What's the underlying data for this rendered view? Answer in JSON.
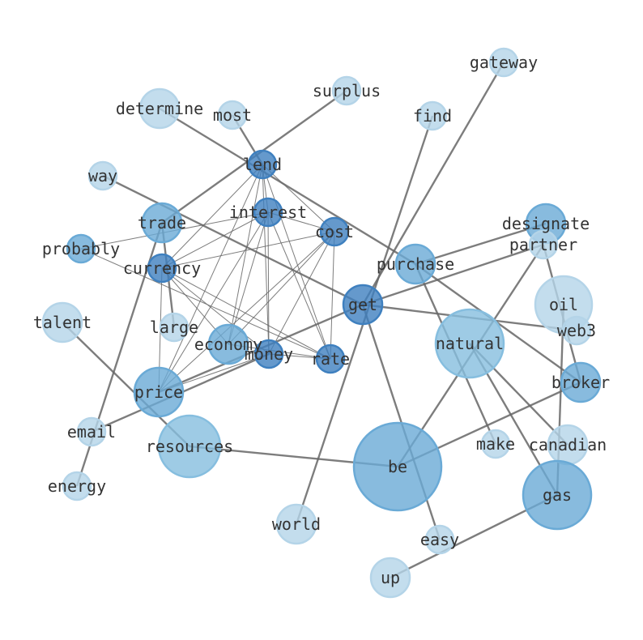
{
  "title": "word co-occurrence network",
  "colors": {
    "light": "#b4d4e8",
    "medium": "#6aaad6",
    "dark": "#3f80bf",
    "edge": "#666666",
    "label": "#333333"
  },
  "nodes": [
    {
      "id": "gateway",
      "label": "gateway",
      "tone": "light"
    },
    {
      "id": "surplus",
      "label": "surplus",
      "tone": "light"
    },
    {
      "id": "determine",
      "label": "determine",
      "tone": "light"
    },
    {
      "id": "most",
      "label": "most",
      "tone": "light"
    },
    {
      "id": "find",
      "label": "find",
      "tone": "light"
    },
    {
      "id": "lend",
      "label": "lend",
      "tone": "dark"
    },
    {
      "id": "way",
      "label": "way",
      "tone": "light"
    },
    {
      "id": "interest",
      "label": "interest",
      "tone": "dark"
    },
    {
      "id": "trade",
      "label": "trade",
      "tone": "medium"
    },
    {
      "id": "cost",
      "label": "cost",
      "tone": "dark"
    },
    {
      "id": "designate",
      "label": "designate",
      "tone": "medium"
    },
    {
      "id": "partner",
      "label": "partner",
      "tone": "light"
    },
    {
      "id": "probably",
      "label": "probably",
      "tone": "medium"
    },
    {
      "id": "purchase",
      "label": "purchase",
      "tone": "medium"
    },
    {
      "id": "currency",
      "label": "currency",
      "tone": "dark"
    },
    {
      "id": "get",
      "label": "get",
      "tone": "dark"
    },
    {
      "id": "oil",
      "label": "oil",
      "tone": "light"
    },
    {
      "id": "web3",
      "label": "web3",
      "tone": "light"
    },
    {
      "id": "talent",
      "label": "talent",
      "tone": "light"
    },
    {
      "id": "large",
      "label": "large",
      "tone": "light"
    },
    {
      "id": "natural",
      "label": "natural",
      "tone": "lightmed"
    },
    {
      "id": "economy",
      "label": "economy",
      "tone": "medium"
    },
    {
      "id": "money",
      "label": "money",
      "tone": "dark"
    },
    {
      "id": "rate",
      "label": "rate",
      "tone": "dark"
    },
    {
      "id": "broker",
      "label": "broker",
      "tone": "medium"
    },
    {
      "id": "price",
      "label": "price",
      "tone": "medium"
    },
    {
      "id": "email",
      "label": "email",
      "tone": "light"
    },
    {
      "id": "resources",
      "label": "resources",
      "tone": "lightmed"
    },
    {
      "id": "be",
      "label": "be",
      "tone": "medium"
    },
    {
      "id": "make",
      "label": "make",
      "tone": "light"
    },
    {
      "id": "canadian",
      "label": "canadian",
      "tone": "light"
    },
    {
      "id": "energy",
      "label": "energy",
      "tone": "light"
    },
    {
      "id": "gas",
      "label": "gas",
      "tone": "medium"
    },
    {
      "id": "world",
      "label": "world",
      "tone": "light"
    },
    {
      "id": "easy",
      "label": "easy",
      "tone": "light"
    },
    {
      "id": "up",
      "label": "up",
      "tone": "light"
    }
  ],
  "edges": [
    [
      "determine",
      "purchase",
      "strong"
    ],
    [
      "surplus",
      "trade",
      "strong"
    ],
    [
      "most",
      "lend",
      "strong"
    ],
    [
      "way",
      "get",
      "strong"
    ],
    [
      "find",
      "world",
      "strong"
    ],
    [
      "gateway",
      "get",
      "strong"
    ],
    [
      "trade",
      "energy",
      "strong"
    ],
    [
      "trade",
      "large",
      "strong"
    ],
    [
      "talent",
      "resources",
      "strong"
    ],
    [
      "price",
      "get",
      "strong"
    ],
    [
      "email",
      "money",
      "strong"
    ],
    [
      "resources",
      "be",
      "strong"
    ],
    [
      "purchase",
      "designate",
      "strong"
    ],
    [
      "get",
      "partner",
      "strong"
    ],
    [
      "get",
      "web3",
      "strong"
    ],
    [
      "get",
      "easy",
      "strong"
    ],
    [
      "purchase",
      "make",
      "strong"
    ],
    [
      "purchase",
      "broker",
      "strong"
    ],
    [
      "partner",
      "be",
      "strong"
    ],
    [
      "natural",
      "gas",
      "strong"
    ],
    [
      "natural",
      "canadian",
      "strong"
    ],
    [
      "oil",
      "gas",
      "strong"
    ],
    [
      "partner",
      "broker",
      "strong"
    ],
    [
      "be",
      "broker",
      "strong"
    ],
    [
      "gas",
      "up",
      "strong"
    ],
    [
      "lend",
      "interest",
      "weak"
    ],
    [
      "lend",
      "money",
      "weak"
    ],
    [
      "lend",
      "economy",
      "weak"
    ],
    [
      "lend",
      "price",
      "weak"
    ],
    [
      "lend",
      "currency",
      "weak"
    ],
    [
      "lend",
      "cost",
      "weak"
    ],
    [
      "lend",
      "rate",
      "weak"
    ],
    [
      "interest",
      "currency",
      "weak"
    ],
    [
      "interest",
      "probably",
      "weak"
    ],
    [
      "interest",
      "cost",
      "weak"
    ],
    [
      "interest",
      "money",
      "weak"
    ],
    [
      "interest",
      "economy",
      "weak"
    ],
    [
      "interest",
      "price",
      "weak"
    ],
    [
      "interest",
      "rate",
      "weak"
    ],
    [
      "cost",
      "currency",
      "weak"
    ],
    [
      "cost",
      "economy",
      "weak"
    ],
    [
      "cost",
      "money",
      "weak"
    ],
    [
      "cost",
      "price",
      "weak"
    ],
    [
      "cost",
      "rate",
      "weak"
    ],
    [
      "currency",
      "price",
      "weak"
    ],
    [
      "currency",
      "economy",
      "weak"
    ],
    [
      "currency",
      "money",
      "weak"
    ],
    [
      "currency",
      "rate",
      "weak"
    ],
    [
      "probably",
      "rate",
      "weak"
    ],
    [
      "money",
      "price",
      "weak"
    ],
    [
      "money",
      "rate",
      "weak"
    ],
    [
      "economy",
      "rate",
      "weak"
    ]
  ]
}
